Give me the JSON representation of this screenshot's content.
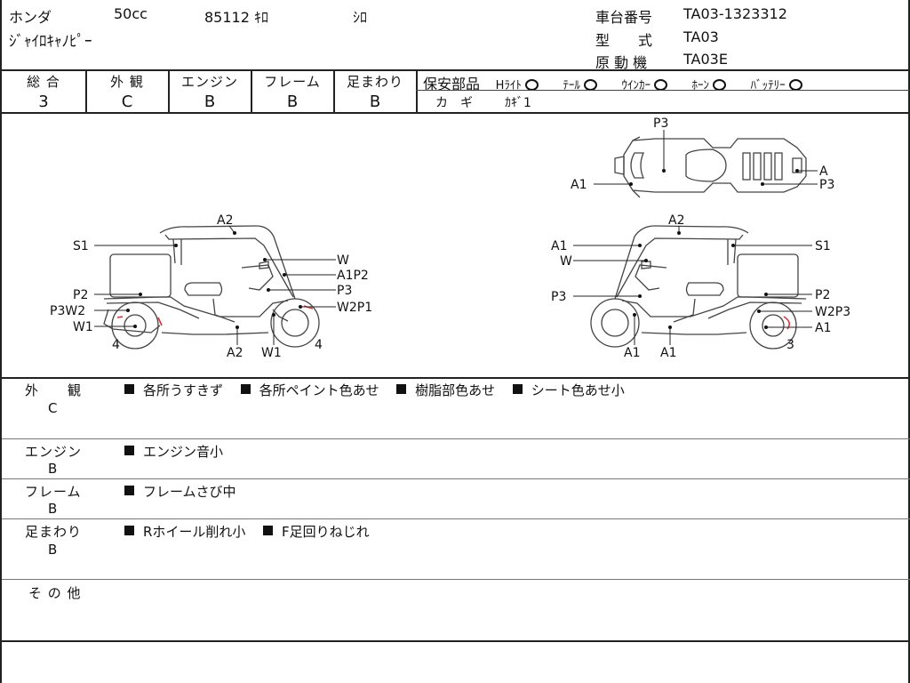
{
  "header": {
    "maker": "ホンダ",
    "cc": "50cc",
    "mileage_unit": "85112 ｷﾛ",
    "color": "ｼﾛ",
    "model_name": "ｼﾞｬｲﾛｷｬﾉﾋﾟｰ",
    "chassis_label": "車台番号",
    "chassis_value": "TA03-1323312",
    "type_label": "型　　式",
    "type_value": "TA03",
    "engine_label": "原 動 機",
    "engine_value": "TA03E"
  },
  "grades": [
    {
      "label": "総 合",
      "value": "3"
    },
    {
      "label": "外 観",
      "value": "C"
    },
    {
      "label": "エンジン",
      "value": "B"
    },
    {
      "label": "フレーム",
      "value": "B"
    },
    {
      "label": "足まわり",
      "value": "B"
    }
  ],
  "safety": {
    "title": "保安部品",
    "items": [
      "Hﾗｲﾄ",
      "ﾃｰﾙ",
      "ｳｲﾝｶｰ",
      "ﾎｰﾝ",
      "ﾊﾞｯﾃﾘｰ"
    ],
    "key_label": "カ　ギ",
    "key_value": "ｶｷﾞ1"
  },
  "diagram_labels": {
    "left_view": [
      "A2",
      "S1",
      "W",
      "A1P2",
      "P3",
      "P2",
      "P3W2",
      "W2P1",
      "W1",
      "4",
      "A2",
      "W1",
      "4"
    ],
    "right_view": [
      "A2",
      "A1",
      "S1",
      "W",
      "P3",
      "P2",
      "W2P3",
      "A1",
      "A1",
      "A1",
      "3"
    ],
    "top_view": [
      "P3",
      "A",
      "A1",
      "P3"
    ]
  },
  "sections": [
    {
      "title": "外　　観",
      "grade": "C",
      "notes": [
        "各所うすきず",
        "各所ペイント色あせ",
        "樹脂部色あせ",
        "シート色あせ小"
      ]
    },
    {
      "title": "エンジン",
      "grade": "B",
      "notes": [
        "エンジン音小"
      ]
    },
    {
      "title": "フレーム",
      "grade": "B",
      "notes": [
        "フレームさび中"
      ]
    },
    {
      "title": "足まわり",
      "grade": "B",
      "notes": [
        "Rホイール削れ小",
        "F足回りねじれ"
      ]
    },
    {
      "title": "そ の 他",
      "grade": "",
      "notes": []
    }
  ]
}
